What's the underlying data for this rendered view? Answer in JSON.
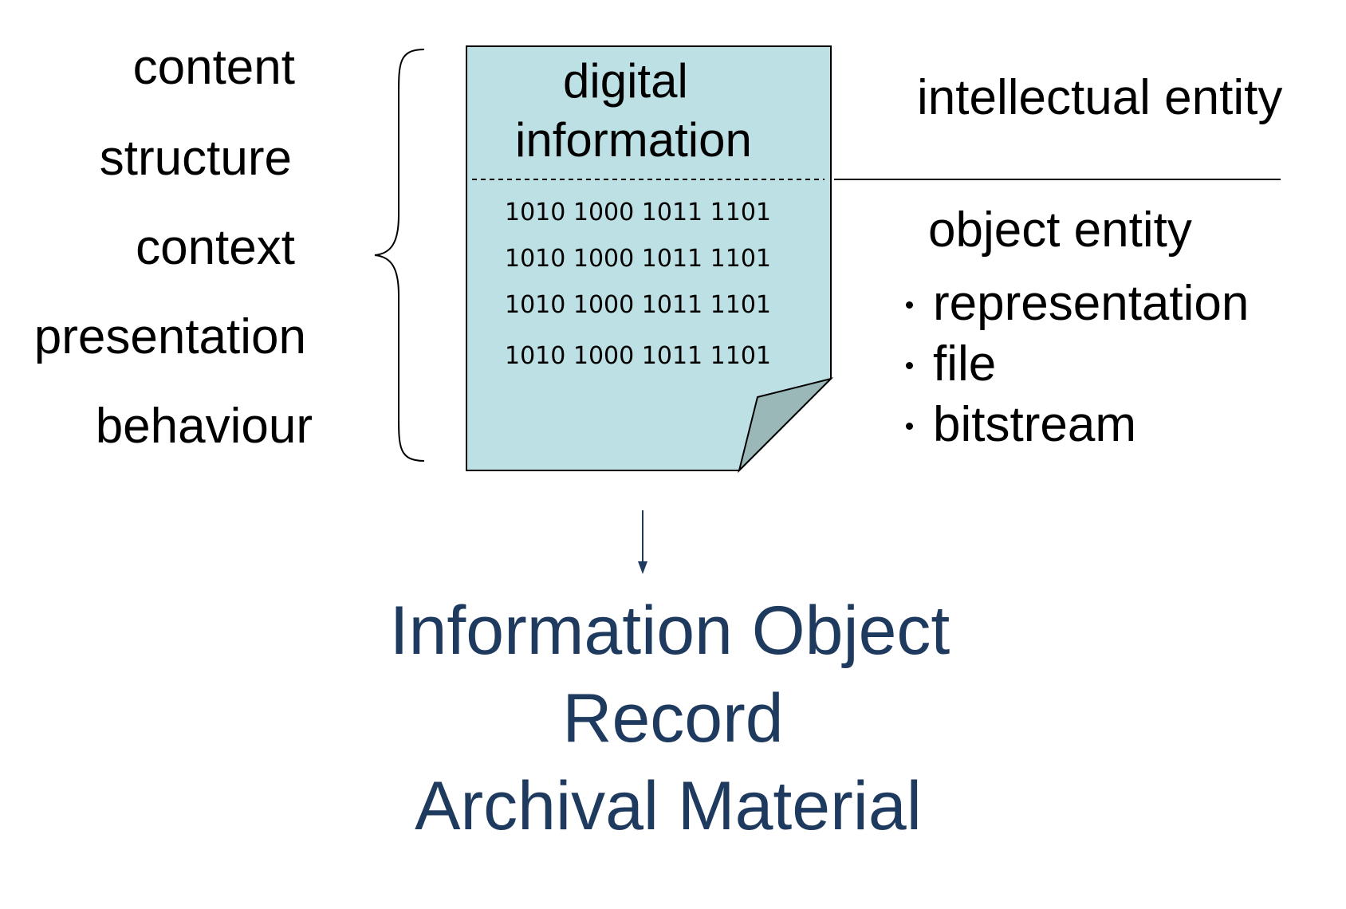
{
  "left_aspects": [
    "content",
    "structure",
    "context",
    "presentation",
    "behaviour"
  ],
  "document": {
    "title_line1": "digital",
    "title_line2": "information",
    "binary_lines": [
      "1010 1000 1011 1101",
      "1010 1000 1011 1101",
      "1010 1000 1011 1101",
      "1010 1000 1011 1101"
    ],
    "fill_color": "#bce0e3",
    "fold_color": "#9bb8b8"
  },
  "right": {
    "intellectual_entity": "intellectual entity",
    "object_entity": "object entity",
    "object_items": [
      "representation",
      "file",
      "bitstream"
    ]
  },
  "bottom_terms": [
    "Information Object",
    "Record",
    "Archival Material"
  ],
  "colors": {
    "bottom_text": "#1f3a5f",
    "arrow": "#1f3a5f"
  }
}
